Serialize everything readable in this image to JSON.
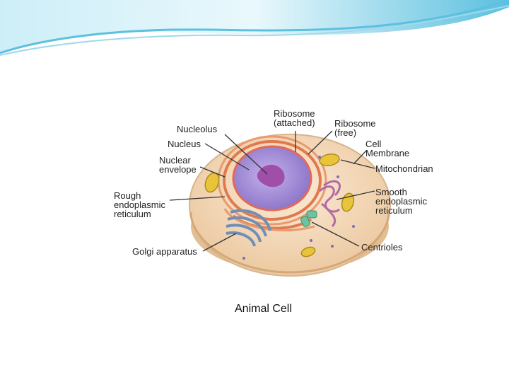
{
  "slide": {
    "caption": "Animal Cell"
  },
  "labels": {
    "nucleolus": "Nucleolus",
    "nucleus": "Nucleus",
    "nuclear_envelope": [
      "Nuclear",
      "envelope"
    ],
    "ribosome_attached": [
      "Ribosome",
      "(attached)"
    ],
    "ribosome_free": [
      "Ribosome",
      "(free)"
    ],
    "cell_membrane": [
      "Cell",
      "Membrane"
    ],
    "mitochondrian": "Mitochondrian",
    "smooth_er": [
      "Smooth",
      "endoplasmic",
      "reticulum"
    ],
    "rough_er": [
      "Rough",
      "endoplasmic",
      "reticulum"
    ],
    "golgi": "Golgi apparatus",
    "centrioles": "Centrioles"
  },
  "colors": {
    "header_light": "#e3f5fb",
    "header_mid": "#9fd9ec",
    "header_dark": "#3fb3d6",
    "cytoplasm": "#f3dcc0",
    "cell_edge": "#d8b48c",
    "nucleus": "#a78fd8",
    "nucleolus": "#a04fa8",
    "rough_er": "#e07a4e",
    "golgi": "#6f8fb8",
    "mitochondria": "#e8c43a",
    "smooth_er": "#b36aa6",
    "centrioles": "#6cc3a0"
  }
}
